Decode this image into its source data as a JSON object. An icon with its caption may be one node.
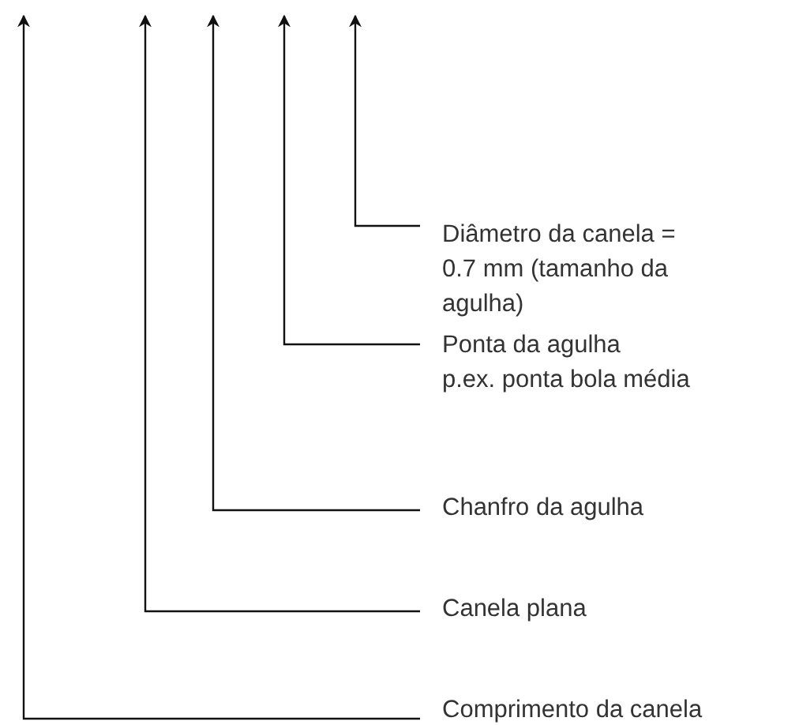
{
  "diagram": {
    "nodes": [
      {
        "text": [
          "Diâmetro da canela = 0.7 mm (tamanho da agulha)"
        ]
      },
      {
        "text": [
          "Ponta da agulha",
          "p.ex. ponta bola média"
        ]
      },
      {
        "text": [
          "Chanfro da agulha"
        ]
      },
      {
        "text": [
          "Canela plana"
        ]
      },
      {
        "text": [
          "Comprimento da canela"
        ]
      }
    ],
    "edges": [
      {
        "from": 0,
        "to": null,
        "arrow": "to"
      },
      {
        "from": 1,
        "to": null,
        "arrow": "to"
      },
      {
        "from": 2,
        "to": null,
        "arrow": "to"
      },
      {
        "from": 3,
        "to": null,
        "arrow": "to"
      },
      {
        "from": 4,
        "to": null,
        "arrow": "to"
      }
    ]
  }
}
